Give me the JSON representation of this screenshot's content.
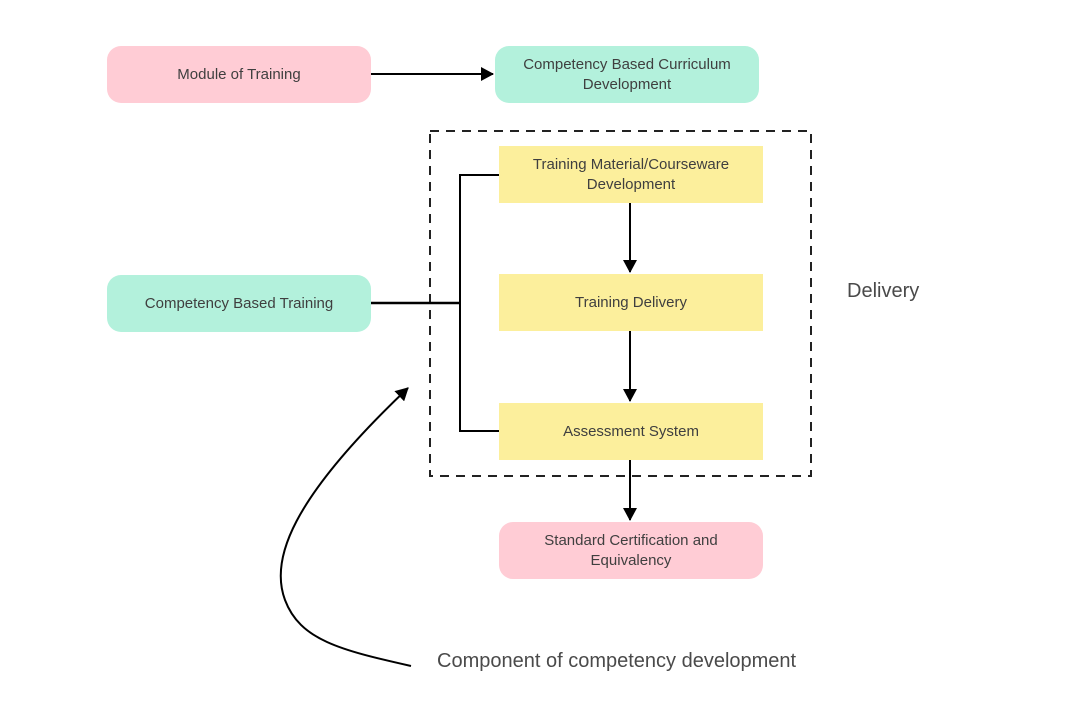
{
  "diagram": {
    "nodes": {
      "module_of_training": "Module of Training",
      "competency_based_curriculum": "Competency Based Curriculum Development",
      "competency_based_training": "Competency Based Training",
      "training_material": "Training Material/Courseware Development",
      "training_delivery": "Training Delivery",
      "assessment_system": "Assessment System",
      "standard_certification": "Standard Certification and Equivalency"
    },
    "labels": {
      "delivery": "Delivery",
      "component": "Component of competency development"
    },
    "colors": {
      "pink": "#ffccd5",
      "mint": "#b3f1dc",
      "yellow": "#fcef9c",
      "line": "#000000"
    }
  }
}
